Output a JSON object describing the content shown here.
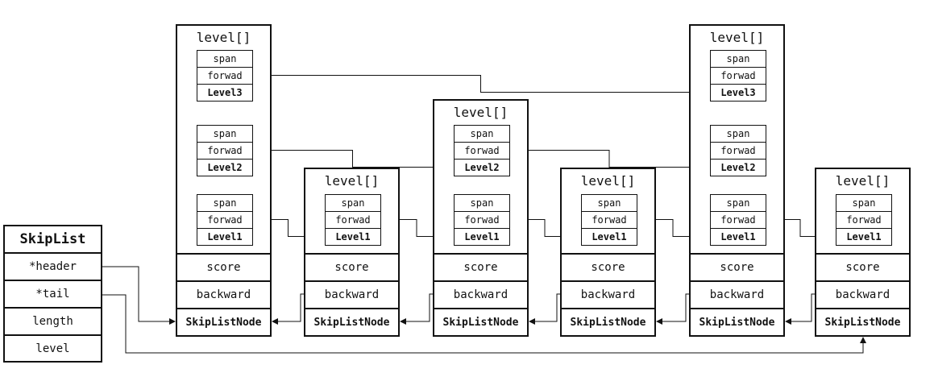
{
  "skiplist": {
    "title": "SkipList",
    "fields": [
      "*header",
      "*tail",
      "length",
      "level"
    ]
  },
  "node_labels": {
    "levels_title": "level[]",
    "span": "span",
    "forward": "forwad",
    "score": "score",
    "backward": "backward",
    "node_type": "SkipListNode"
  },
  "level_names": [
    "Level1",
    "Level2",
    "Level3"
  ],
  "nodes": [
    {
      "levels": 3
    },
    {
      "levels": 1
    },
    {
      "levels": 2
    },
    {
      "levels": 1
    },
    {
      "levels": 3
    },
    {
      "levels": 1
    }
  ]
}
